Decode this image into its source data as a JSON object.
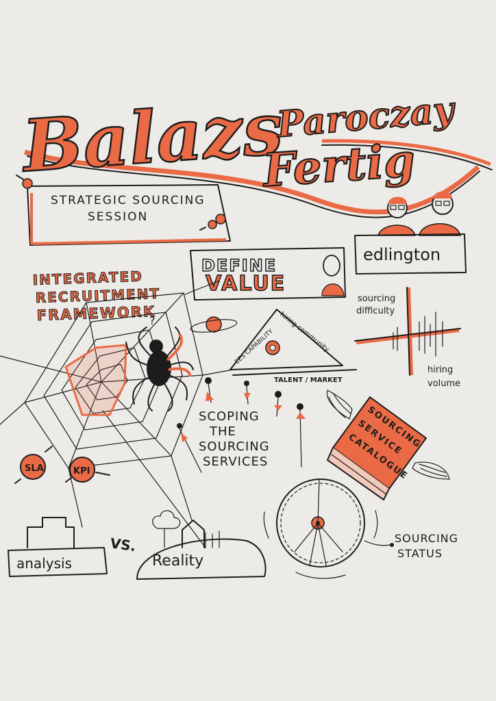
{
  "colors": {
    "accent": "#e96a45",
    "ink": "#1c1c1c",
    "paper": "#ecebe8"
  },
  "title": {
    "first_name": "Balazs",
    "surname_1": "Paroczay",
    "surname_2": "Fertig"
  },
  "session": {
    "line1": "STRATEGIC SOURCING",
    "line2": "SESSION"
  },
  "company": "edlington",
  "define_value": {
    "line1": "DEFINE",
    "line2": "VALUE"
  },
  "framework": {
    "line1": "INTEGRATED",
    "line2": "RECRUITMENT",
    "line3": "FRAMEWORK"
  },
  "triangle": {
    "left": "EES CAPABILITY",
    "right": "hiring community",
    "bottom": "TALENT / MARKET"
  },
  "matrix": {
    "y_label_1": "sourcing",
    "y_label_2": "difficulty",
    "x_label_1": "hiring",
    "x_label_2": "volume"
  },
  "scoping": {
    "line1": "SCOPING",
    "line2": "THE",
    "line3": "SOURCING",
    "line4": "SERVICES"
  },
  "catalogue": {
    "line1": "SOURCING",
    "line2": "SERVICE",
    "line3": "CATALOGUE"
  },
  "badges": {
    "sla": "SLA",
    "kpi": "KPI"
  },
  "spider_mark": "?",
  "analysis": "analysis",
  "versus": "VS.",
  "reality": "Reality",
  "status": {
    "line1": "SOURCING",
    "line2": "STATUS"
  },
  "icons": [
    "pushpin-icon",
    "person-icon",
    "planet-icon",
    "spider-icon",
    "wing-icon",
    "book-icon",
    "wheel-icon",
    "tree-icon",
    "house-icon",
    "arrow-icon"
  ]
}
